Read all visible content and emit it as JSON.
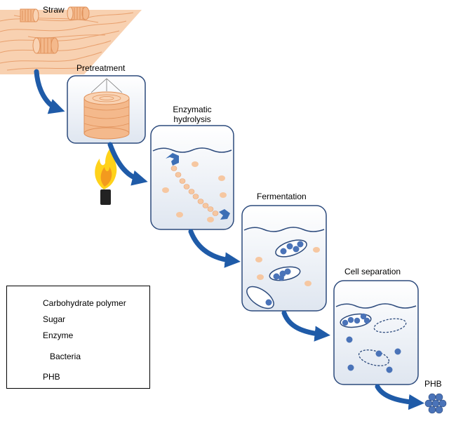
{
  "labels": {
    "straw": "Straw",
    "pretreatment": "Pretreatment",
    "enzymatic_hydrolysis_line1": "Enzymatic",
    "enzymatic_hydrolysis_line2": "hydrolysis",
    "fermentation": "Fermentation",
    "cell_separation": "Cell separation",
    "phb": "PHB"
  },
  "legend": {
    "items": [
      {
        "label": "Carbohydrate polymer",
        "icon": "carbohydrate-polymer-icon"
      },
      {
        "label": "Sugar",
        "icon": "sugar-icon"
      },
      {
        "label": "Enzyme",
        "icon": "enzyme-icon"
      },
      {
        "label": "Bacteria",
        "icon": "bacteria-icon"
      },
      {
        "label": "PHB",
        "icon": "phb-icon"
      }
    ]
  },
  "colors": {
    "arrow": "#1f5ba8",
    "vessel_border": "#2c4a7c",
    "straw": "#f7c9a3",
    "straw_line": "#e8a06e",
    "sugar": "#f6c7a1",
    "phb": "#4a73b8",
    "flame_outer": "#ffd21a",
    "flame_inner": "#f39a1e"
  }
}
